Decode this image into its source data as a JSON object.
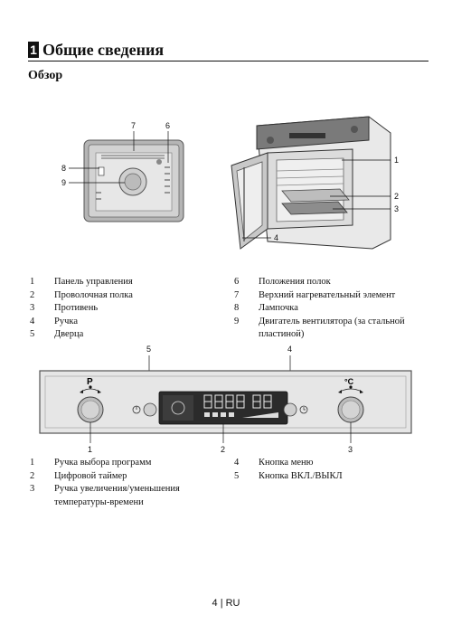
{
  "section": {
    "number": "1",
    "title": "Общие сведения"
  },
  "subtitle": "Обзор",
  "oven_callouts": [
    "7",
    "6",
    "8",
    "9",
    "1",
    "2",
    "3",
    "4"
  ],
  "oven_parts_left": [
    {
      "num": "1",
      "label": "Панель управления"
    },
    {
      "num": "2",
      "label": "Проволочная полка"
    },
    {
      "num": "3",
      "label": "Противень"
    },
    {
      "num": "4",
      "label": "Ручка"
    },
    {
      "num": "5",
      "label": "Дверца"
    }
  ],
  "oven_parts_right": [
    {
      "num": "6",
      "label": "Положения полок"
    },
    {
      "num": "7",
      "label": "Верхний нагревательный элемент"
    },
    {
      "num": "8",
      "label": "Лампочка"
    },
    {
      "num": "9",
      "label": "Двигатель вентилятора (за стальной пластиной)"
    }
  ],
  "panel": {
    "knob_left_symbol": "P",
    "knob_right_symbol": "°C",
    "callouts_top": [
      "5",
      "4"
    ],
    "callouts_bottom": [
      "1",
      "2",
      "3"
    ]
  },
  "panel_parts_left": [
    {
      "num": "1",
      "label": "Ручка выбора программ"
    },
    {
      "num": "2",
      "label": "Цифровой таймер"
    },
    {
      "num": "3",
      "label": "Ручка увеличения/уменьшения температуры-времени"
    }
  ],
  "panel_parts_right": [
    {
      "num": "4",
      "label": "Кнопка меню"
    },
    {
      "num": "5",
      "label": "Кнопка ВКЛ./ВЫКЛ"
    }
  ],
  "footer": {
    "page": "4",
    "lang": "RU"
  }
}
